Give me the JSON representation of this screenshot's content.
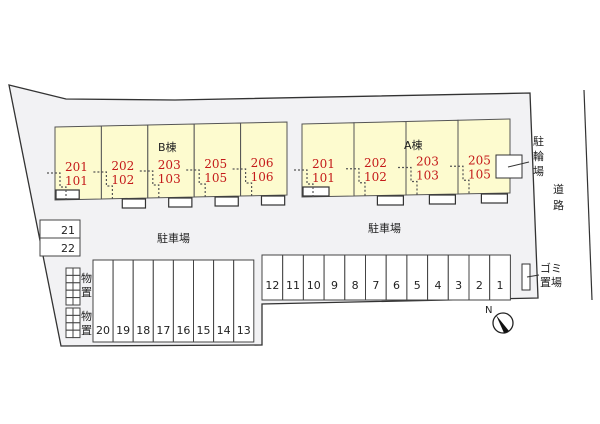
{
  "buildings": {
    "b": {
      "name": "B棟",
      "units": [
        {
          "upper": "201",
          "lower": "101"
        },
        {
          "upper": "202",
          "lower": "102"
        },
        {
          "upper": "203",
          "lower": "103"
        },
        {
          "upper": "205",
          "lower": "105"
        },
        {
          "upper": "206",
          "lower": "106"
        }
      ]
    },
    "a": {
      "name": "A棟",
      "units": [
        {
          "upper": "201",
          "lower": "101"
        },
        {
          "upper": "202",
          "lower": "102"
        },
        {
          "upper": "203",
          "lower": "103"
        },
        {
          "upper": "205",
          "lower": "105"
        }
      ]
    }
  },
  "labels": {
    "parking_left": "駐車場",
    "parking_right": "駐車場",
    "bike_parking": [
      "駐",
      "輪",
      "場"
    ],
    "road": [
      "道",
      "路"
    ],
    "garbage": [
      "ゴミ",
      "置場"
    ],
    "storage1": [
      "物",
      "置"
    ],
    "storage2": [
      "物",
      "置"
    ],
    "north": "N"
  },
  "parking_top_row": [
    "12",
    "11",
    "10",
    "9",
    "8",
    "7",
    "6",
    "5",
    "4",
    "3",
    "2",
    "1"
  ],
  "parking_bottom_row": [
    "20",
    "19",
    "18",
    "17",
    "16",
    "15",
    "14",
    "13"
  ],
  "parking_side": [
    "21",
    "22"
  ],
  "colors": {
    "unit_fill": "#fdfbcf",
    "room_number": "#c41a1a",
    "lot_fill": "#f2f2f4"
  }
}
